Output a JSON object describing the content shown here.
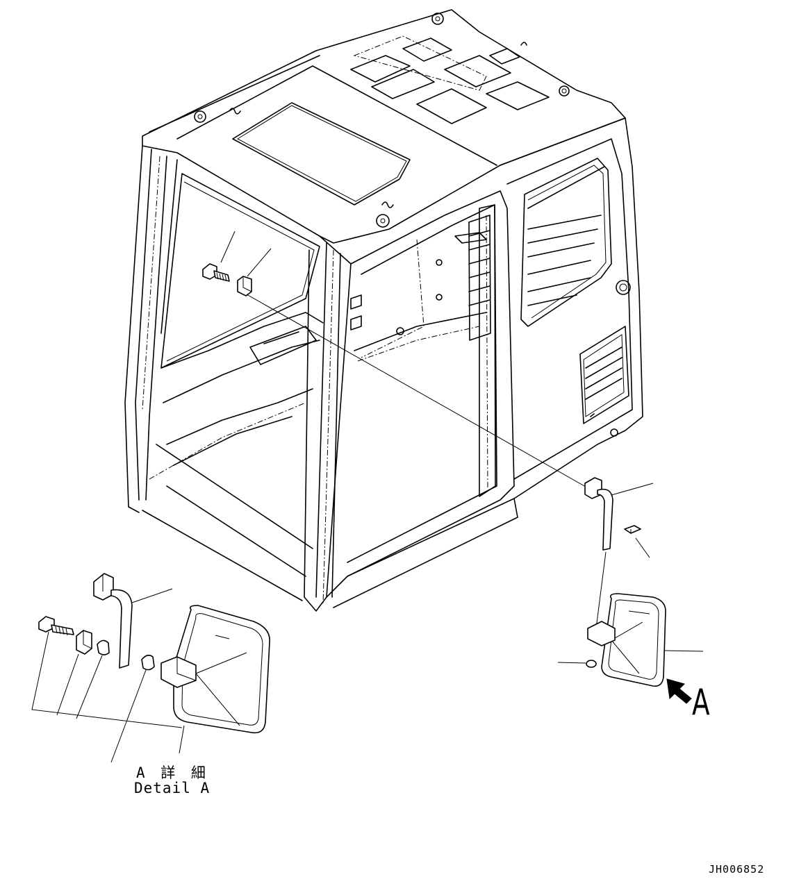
{
  "figure": {
    "detail_label_jp": "A 詳 細",
    "detail_label_en": "Detail A",
    "view_label": "A",
    "drawing_id": "JH006852"
  },
  "icons": {
    "view_arrow": "view-direction-arrow-icon"
  }
}
